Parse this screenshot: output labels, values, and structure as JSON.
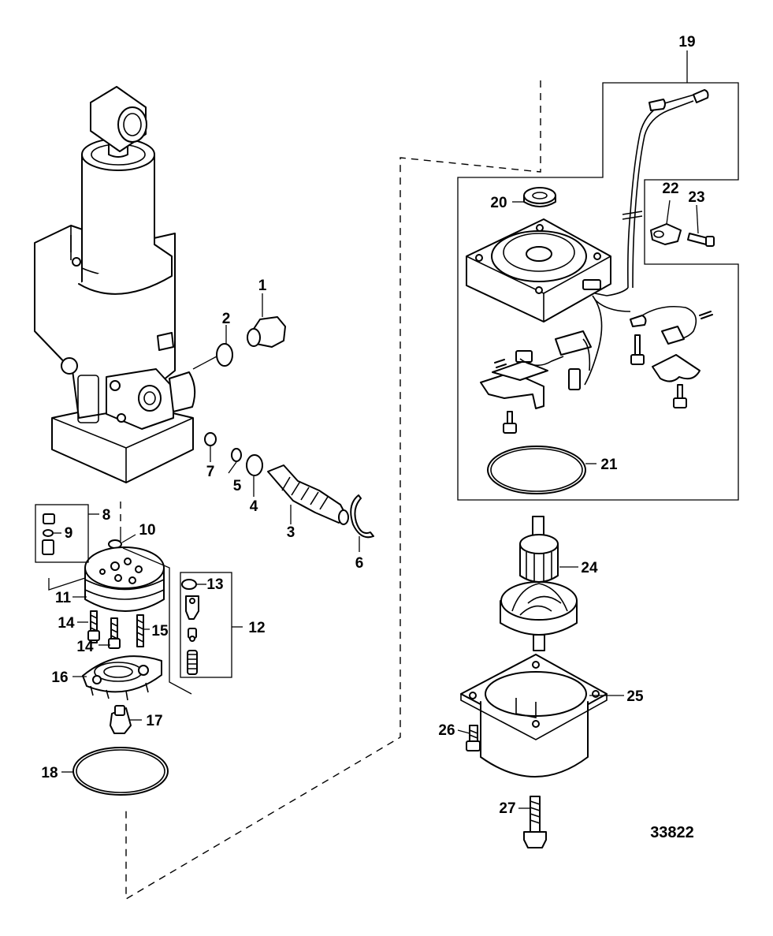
{
  "figure_number": "33822",
  "callouts": [
    {
      "id": "c1",
      "text": "1"
    },
    {
      "id": "c2",
      "text": "2"
    },
    {
      "id": "c3",
      "text": "3"
    },
    {
      "id": "c4",
      "text": "4"
    },
    {
      "id": "c5",
      "text": "5"
    },
    {
      "id": "c6",
      "text": "6"
    },
    {
      "id": "c7",
      "text": "7"
    },
    {
      "id": "c8",
      "text": "8"
    },
    {
      "id": "c9",
      "text": "9"
    },
    {
      "id": "c10",
      "text": "10"
    },
    {
      "id": "c11",
      "text": "11"
    },
    {
      "id": "c12",
      "text": "12"
    },
    {
      "id": "c13",
      "text": "13"
    },
    {
      "id": "c14a",
      "text": "14"
    },
    {
      "id": "c14b",
      "text": "14"
    },
    {
      "id": "c15",
      "text": "15"
    },
    {
      "id": "c16",
      "text": "16"
    },
    {
      "id": "c17",
      "text": "17"
    },
    {
      "id": "c18",
      "text": "18"
    },
    {
      "id": "c19",
      "text": "19"
    },
    {
      "id": "c20",
      "text": "20"
    },
    {
      "id": "c21",
      "text": "21"
    },
    {
      "id": "c22",
      "text": "22"
    },
    {
      "id": "c23",
      "text": "23"
    },
    {
      "id": "c24",
      "text": "24"
    },
    {
      "id": "c25",
      "text": "25"
    },
    {
      "id": "c26",
      "text": "26"
    },
    {
      "id": "c27",
      "text": "27"
    }
  ]
}
